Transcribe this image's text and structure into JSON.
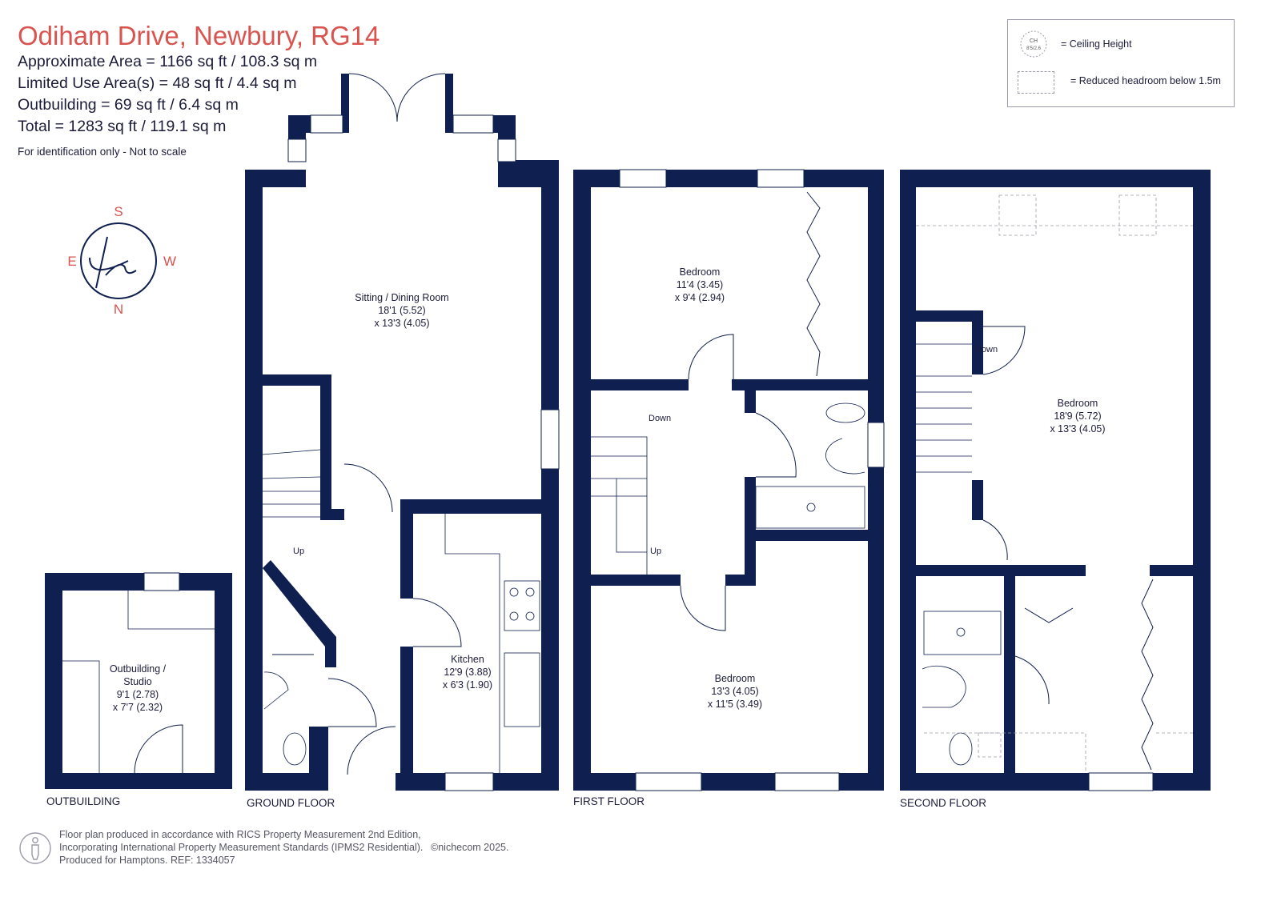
{
  "header": {
    "title": "Odiham Drive, Newbury, RG14",
    "approx_area": "Approximate Area = 1166 sq ft / 108.3 sq m",
    "limited_use": "Limited Use Area(s) = 48 sq ft / 4.4 sq m",
    "outbuilding": "Outbuilding = 69 sq ft / 6.4 sq m",
    "total": "Total = 1283 sq ft / 119.1 sq m",
    "note": "For identification only - Not to scale"
  },
  "legend": {
    "ceiling_symbol_top": "CH",
    "ceiling_symbol_bottom": "8'5/2.6",
    "ceiling_height": "= Ceiling Height",
    "reduced_headroom": "= Reduced headroom below 1.5m"
  },
  "compass": {
    "s": "S",
    "e": "E",
    "w": "W",
    "n": "N"
  },
  "rooms": {
    "sitting": {
      "name": "Sitting / Dining Room",
      "dim1": "18'1 (5.52)",
      "dim2": "x 13'3 (4.05)"
    },
    "kitchen": {
      "name": "Kitchen",
      "dim1": "12'9 (3.88)",
      "dim2": "x 6'3 (1.90)"
    },
    "outbuilding": {
      "name": "Outbuilding /",
      "name2": "Studio",
      "dim1": "9'1 (2.78)",
      "dim2": "x 7'7 (2.32)"
    },
    "bedroom1": {
      "name": "Bedroom",
      "dim1": "11'4 (3.45)",
      "dim2": "x 9'4 (2.94)"
    },
    "bedroom2": {
      "name": "Bedroom",
      "dim1": "13'3 (4.05)",
      "dim2": "x 11'5 (3.49)"
    },
    "bedroom3": {
      "name": "Bedroom",
      "dim1": "18'9 (5.72)",
      "dim2": "x 13'3 (4.05)"
    }
  },
  "stairs": {
    "up": "Up",
    "down": "Down"
  },
  "floors": {
    "outbuilding": "OUTBUILDING",
    "ground": "GROUND FLOOR",
    "first": "FIRST FLOOR",
    "second": "SECOND FLOOR"
  },
  "footer": {
    "line1": "Floor plan produced in accordance with RICS Property Measurement 2nd Edition,",
    "line2": "Incorporating International Property Measurement Standards (IPMS2 Residential).",
    "copyright": "©nichecom 2025.",
    "line3": "Produced for Hamptons.   REF:  1334057"
  },
  "colors": {
    "wall": "#0f1f4f",
    "title": "#d9534f",
    "text": "#1c1c3a"
  }
}
